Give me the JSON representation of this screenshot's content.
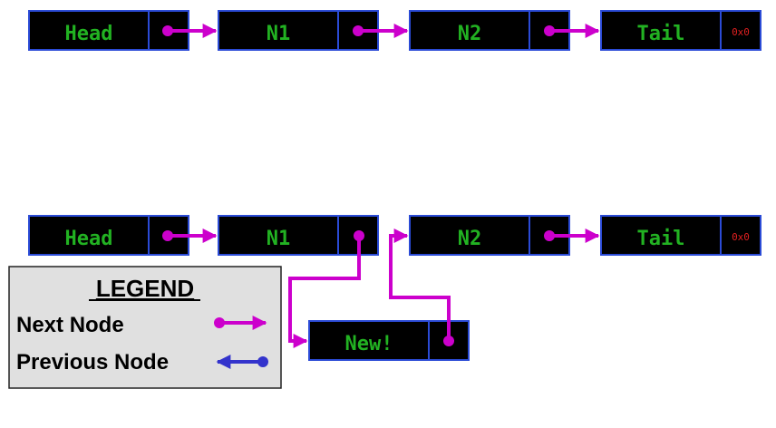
{
  "colors": {
    "node_fill": "#000000",
    "node_border": "#2b4bd6",
    "node_text": "#22b222",
    "null_text": "#e02020",
    "next_pointer": "#cc00cc",
    "prev_pointer": "#3333cc",
    "legend_fill": "#e0e0e0",
    "legend_border": "#222222"
  },
  "list_before": {
    "nodes": [
      {
        "label": "Head"
      },
      {
        "label": "N1"
      },
      {
        "label": "N2"
      },
      {
        "label": "Tail",
        "null_label": "0x0"
      }
    ]
  },
  "list_after": {
    "nodes": [
      {
        "label": "Head"
      },
      {
        "label": "N1"
      },
      {
        "label": "N2"
      },
      {
        "label": "Tail",
        "null_label": "0x0"
      }
    ],
    "new_node": {
      "label": "New!"
    }
  },
  "legend": {
    "title": "LEGEND",
    "items": [
      {
        "label": "Next Node",
        "icon": "next-pointer-icon"
      },
      {
        "label": "Previous Node",
        "icon": "previous-pointer-icon"
      }
    ]
  }
}
